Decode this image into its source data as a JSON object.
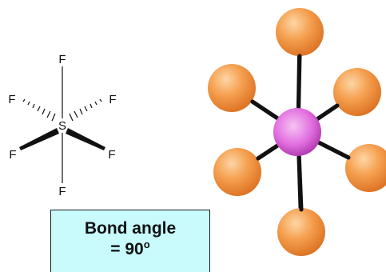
{
  "structure_formula": {
    "central_atom": "S",
    "ligand_atom": "F"
  },
  "caption": {
    "line1": "Bond angle",
    "line2_value": "= 90",
    "line2_unit": "o"
  },
  "colors": {
    "caption_fill": "#c9fbfd",
    "central_atom": "#e26fe0",
    "ligand_atom": "#f5a050",
    "bond": "#111111"
  }
}
